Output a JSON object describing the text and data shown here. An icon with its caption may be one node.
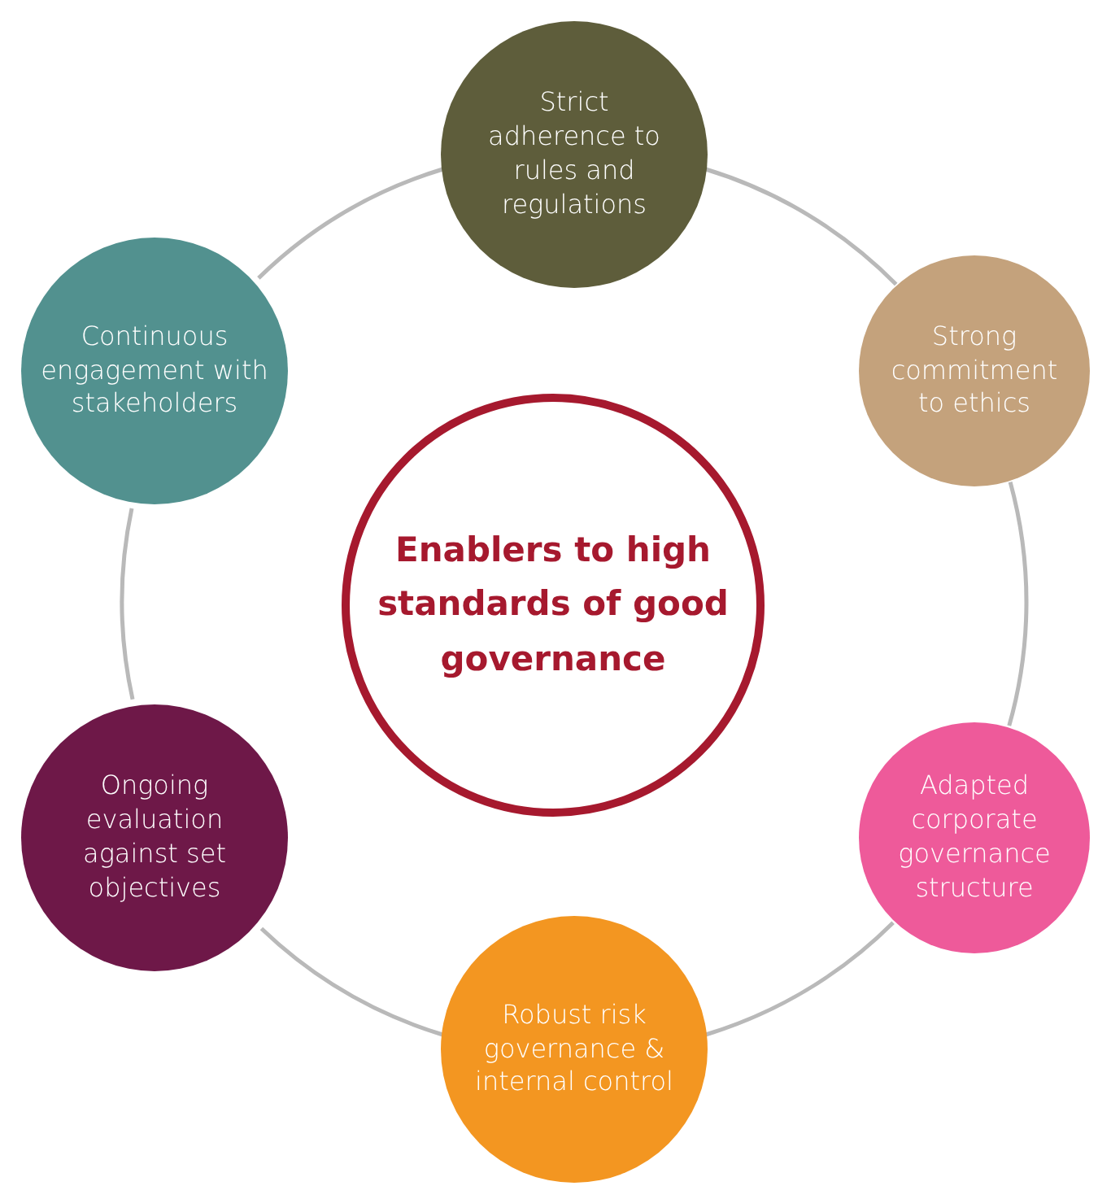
{
  "diagram": {
    "nodes": [
      {
        "text": [
          "Enablers to high standards of good governance"
        ]
      },
      {
        "text": [
          "Strict adherence to rules and regulations"
        ]
      },
      {
        "text": [
          "Strong commitment to ethics"
        ]
      },
      {
        "text": [
          "Adapted corporate governance structure"
        ]
      },
      {
        "text": [
          "Robust risk governance & internal control"
        ]
      },
      {
        "text": [
          "Ongoing evaluation against set objectives"
        ]
      },
      {
        "text": [
          "Continuous engagement with stakeholders"
        ]
      }
    ],
    "edges": [
      {
        "from": 1,
        "to": 2,
        "arrow": "none"
      },
      {
        "from": 2,
        "to": 3,
        "arrow": "none"
      },
      {
        "from": 3,
        "to": 4,
        "arrow": "none"
      },
      {
        "from": 4,
        "to": 5,
        "arrow": "none"
      },
      {
        "from": 5,
        "to": 6,
        "arrow": "none"
      },
      {
        "from": 6,
        "to": 1,
        "arrow": "none"
      }
    ]
  }
}
